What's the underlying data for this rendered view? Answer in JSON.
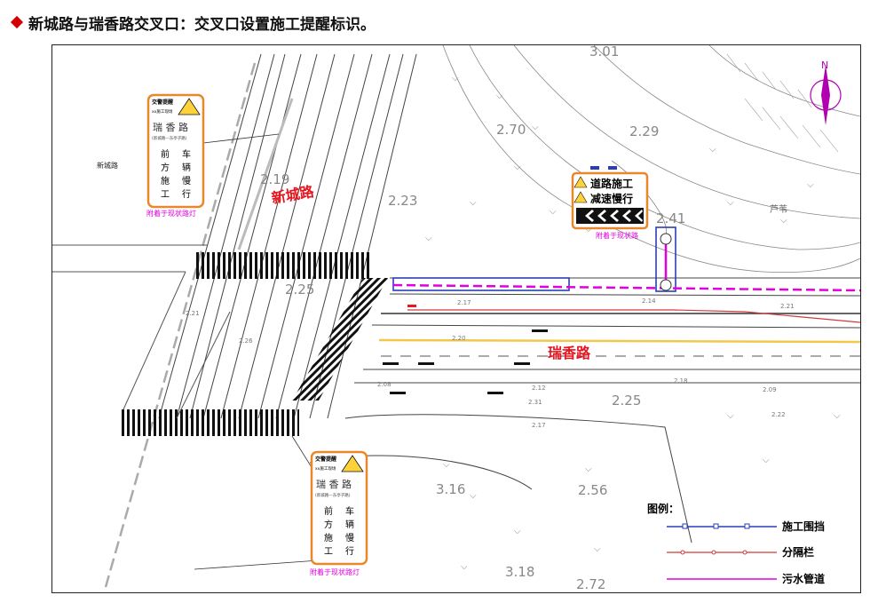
{
  "header": {
    "title": "新城路与瑞香路交叉口：交叉口设置施工提醒标识。"
  },
  "map": {
    "road_labels": {
      "xincheng_red": "新城路",
      "xincheng_black": "新城路",
      "ruixiang_red": "瑞香路",
      "lugan": "芦苇"
    },
    "elevations": [
      "2.70",
      "2.29",
      "2.23",
      "2.19",
      "2.25",
      "3.16",
      "2.56",
      "3.18",
      "2.72",
      "3.01",
      "2.41"
    ],
    "small_labels": [
      "2.26",
      "2.21",
      "2.17",
      "2.14",
      "2.20",
      "2.12",
      "2.31",
      "2.17",
      "2.09",
      "2.21",
      "2.22",
      "2.18",
      "2.08"
    ],
    "north_label": "N"
  },
  "sign_top_left": {
    "header": "交警提醒",
    "sub": "xx施工现场",
    "road": "瑞 香 路",
    "note": "(新城路—东亭子路)",
    "col1": [
      "前",
      "方",
      "施",
      "工"
    ],
    "col2": [
      "车",
      "辆",
      "慢",
      "行"
    ],
    "caption": "附着于现状路灯"
  },
  "sign_bottom": {
    "header": "交警提醒",
    "sub": "xx施工现场",
    "road": "瑞 香 路",
    "note": "(新城路—东亭子路)",
    "col1": [
      "前",
      "方",
      "施",
      "工"
    ],
    "col2": [
      "车",
      "辆",
      "慢",
      "行"
    ],
    "caption": "附着于现状路灯"
  },
  "sign_center": {
    "line1": "道路施工",
    "line2": "减速慢行",
    "caption": "附着于现状路"
  },
  "legend": {
    "title": "图例：",
    "items": [
      {
        "label": "施工围挡",
        "color": "#2a3fb5"
      },
      {
        "label": "分隔栏",
        "color": "#d23b3b"
      },
      {
        "label": "污水管道",
        "color": "#e000e0"
      }
    ]
  },
  "colors": {
    "road_red": "#e8141e",
    "sign_border": "#e8882a",
    "magenta": "#e000e0",
    "yellow_line": "#f2c84b"
  }
}
